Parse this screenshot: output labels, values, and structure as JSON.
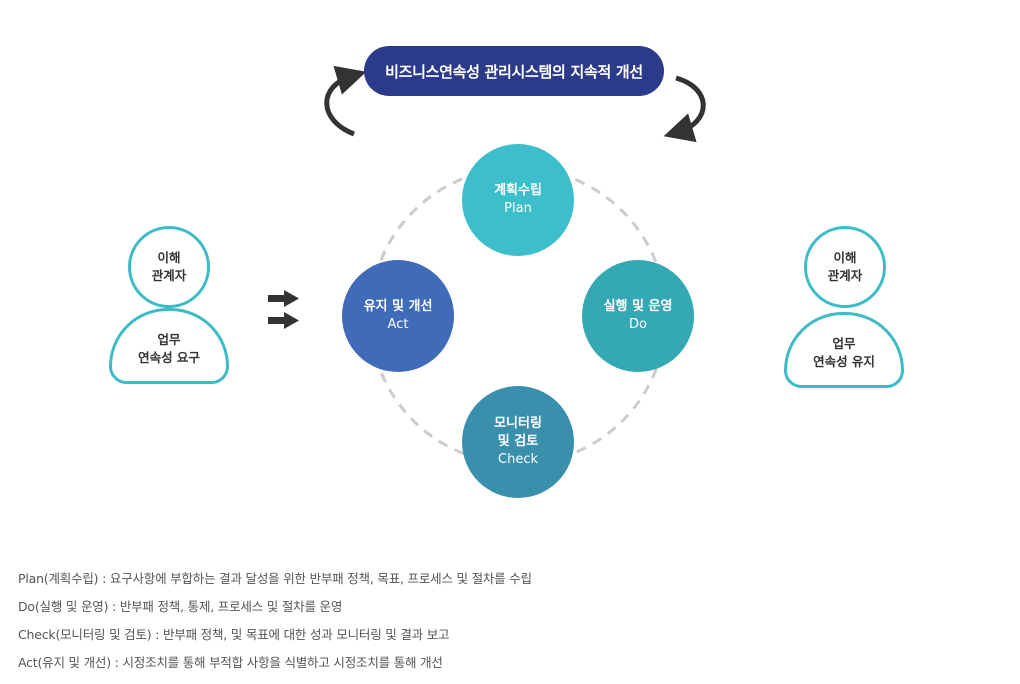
{
  "banner": {
    "label": "비즈니스연속성 관리시스템의 지속적 개선"
  },
  "phases": {
    "plan": {
      "ko": "계획수립",
      "en": "Plan",
      "color": "#3dbfcb"
    },
    "do": {
      "ko": "실행 및 운영",
      "en": "Do",
      "color": "#35a9b3"
    },
    "check": {
      "ko1": "모니터링",
      "ko2": "및 검토",
      "en": "Check",
      "color": "#3a8fad"
    },
    "act": {
      "ko": "유지 및 개선",
      "en": "Act",
      "color": "#3f6bb8"
    }
  },
  "left_stakeholder": {
    "head": {
      "line1": "이해",
      "line2": "관계자"
    },
    "body": {
      "line1": "업무",
      "line2": "연속성 요구"
    }
  },
  "right_stakeholder": {
    "head": {
      "line1": "이해",
      "line2": "관계자"
    },
    "body": {
      "line1": "업무",
      "line2": "연속성 유지"
    }
  },
  "notes": [
    "Plan(계획수립) : 요구사항에 부합하는 결과 달성을 위한 반부패 정책, 목표, 프로세스 및 절차를 수립",
    "Do(실행 및 운영) : 반부패 정책, 통제, 프로세스 및 절차를 운영",
    "Check(모니터링 및 검토) : 반부패 정책, 및 목표에 대한 성과 모니터링 및 결과 보고",
    "Act(유지 및 개선) : 시정조치를 통해 부적합 사항을 식별하고 시정조치를 통해 개선"
  ],
  "colors": {
    "banner": "#2c3a8a",
    "outline": "#3cbcc6",
    "arrow": "#333333",
    "dash": "#cccccc"
  },
  "icons": [
    "curved-arrow-left-icon",
    "curved-arrow-right-icon",
    "right-arrow-icon"
  ]
}
